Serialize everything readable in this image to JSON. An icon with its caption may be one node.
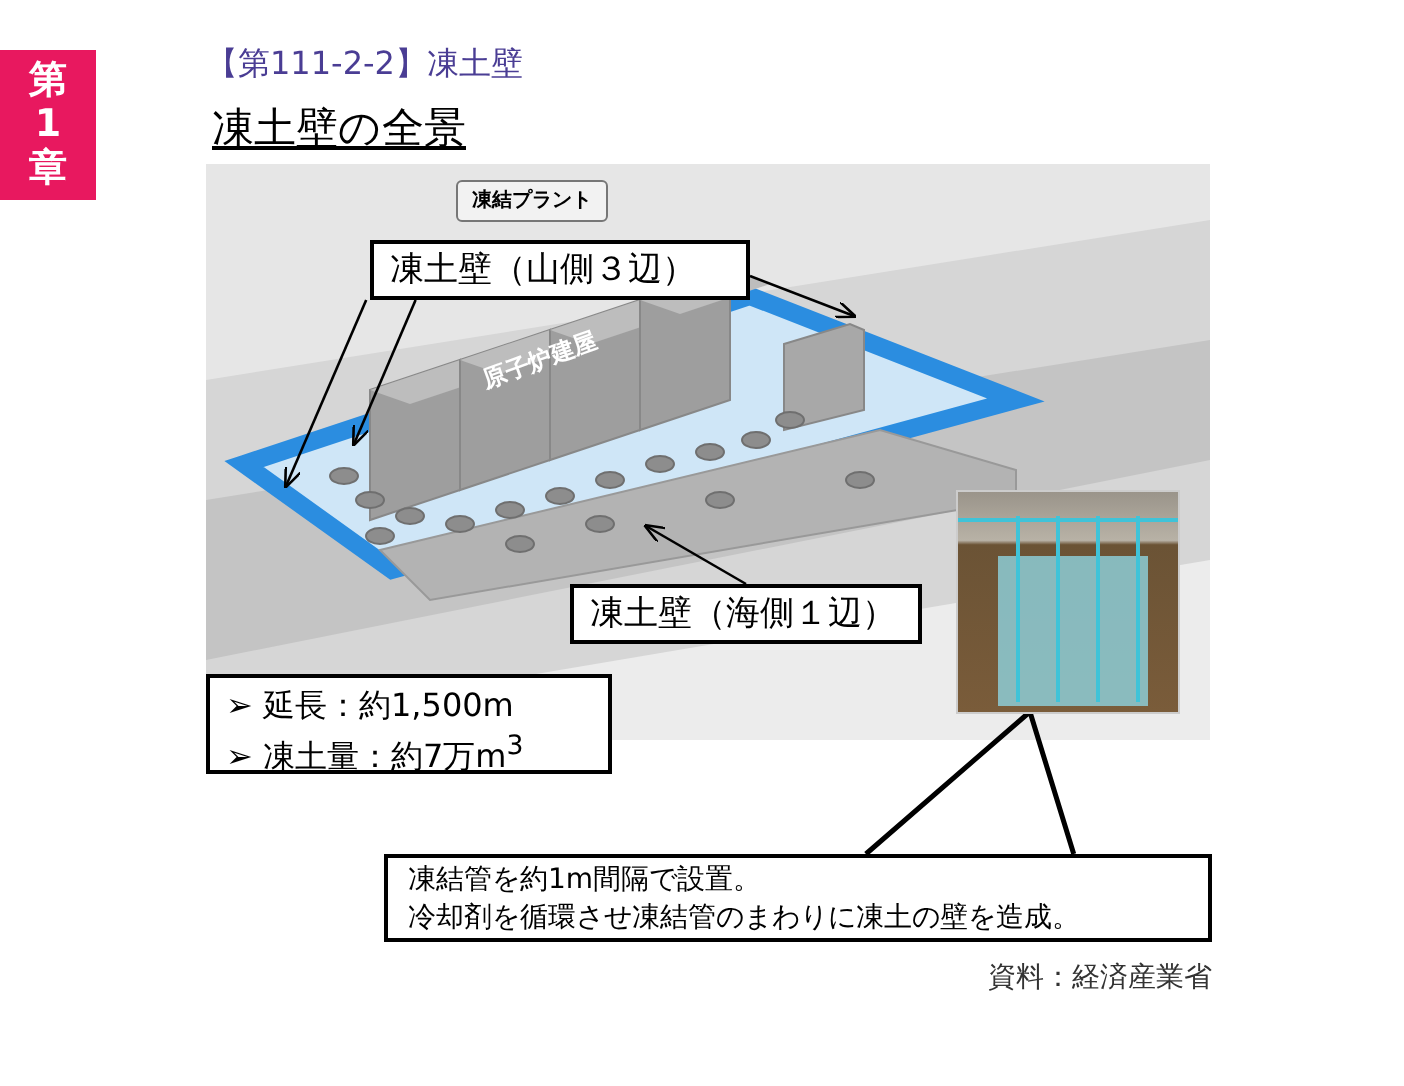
{
  "diagram": {
    "title": "【第111-2-2】凍土壁",
    "caption": "資料：経済産業省",
    "nodes": [
      {
        "text": [
          "凍結プラント"
        ]
      },
      {
        "text": [
          "凍土壁（山側３辺）"
        ]
      },
      {
        "text": [
          "凍土壁（海側１辺）"
        ]
      },
      {
        "text": [
          "➢ 延長：約1,500m",
          "➢ 凍土量：約7万m$^{3}$"
        ]
      },
      {
        "text": [
          "凍結管を約1m間隔で設置。",
          "冷却剤を循環させ凍結管のまわりに凍土の壁を造成。"
        ]
      },
      {
        "text": [],
        "shape": "picture"
      }
    ],
    "edges": [
      {
        "from": 1,
        "to": null,
        "arrow": "to"
      },
      {
        "from": 1,
        "to": null,
        "arrow": "to"
      },
      {
        "from": 1,
        "to": null,
        "arrow": "to"
      },
      {
        "from": 2,
        "to": null,
        "arrow": "to"
      },
      {
        "from": 4,
        "to": 5,
        "arrow": "none"
      }
    ],
    "labels": [
      "第1章",
      "凍土壁の全景",
      "原子炉建屋"
    ]
  }
}
